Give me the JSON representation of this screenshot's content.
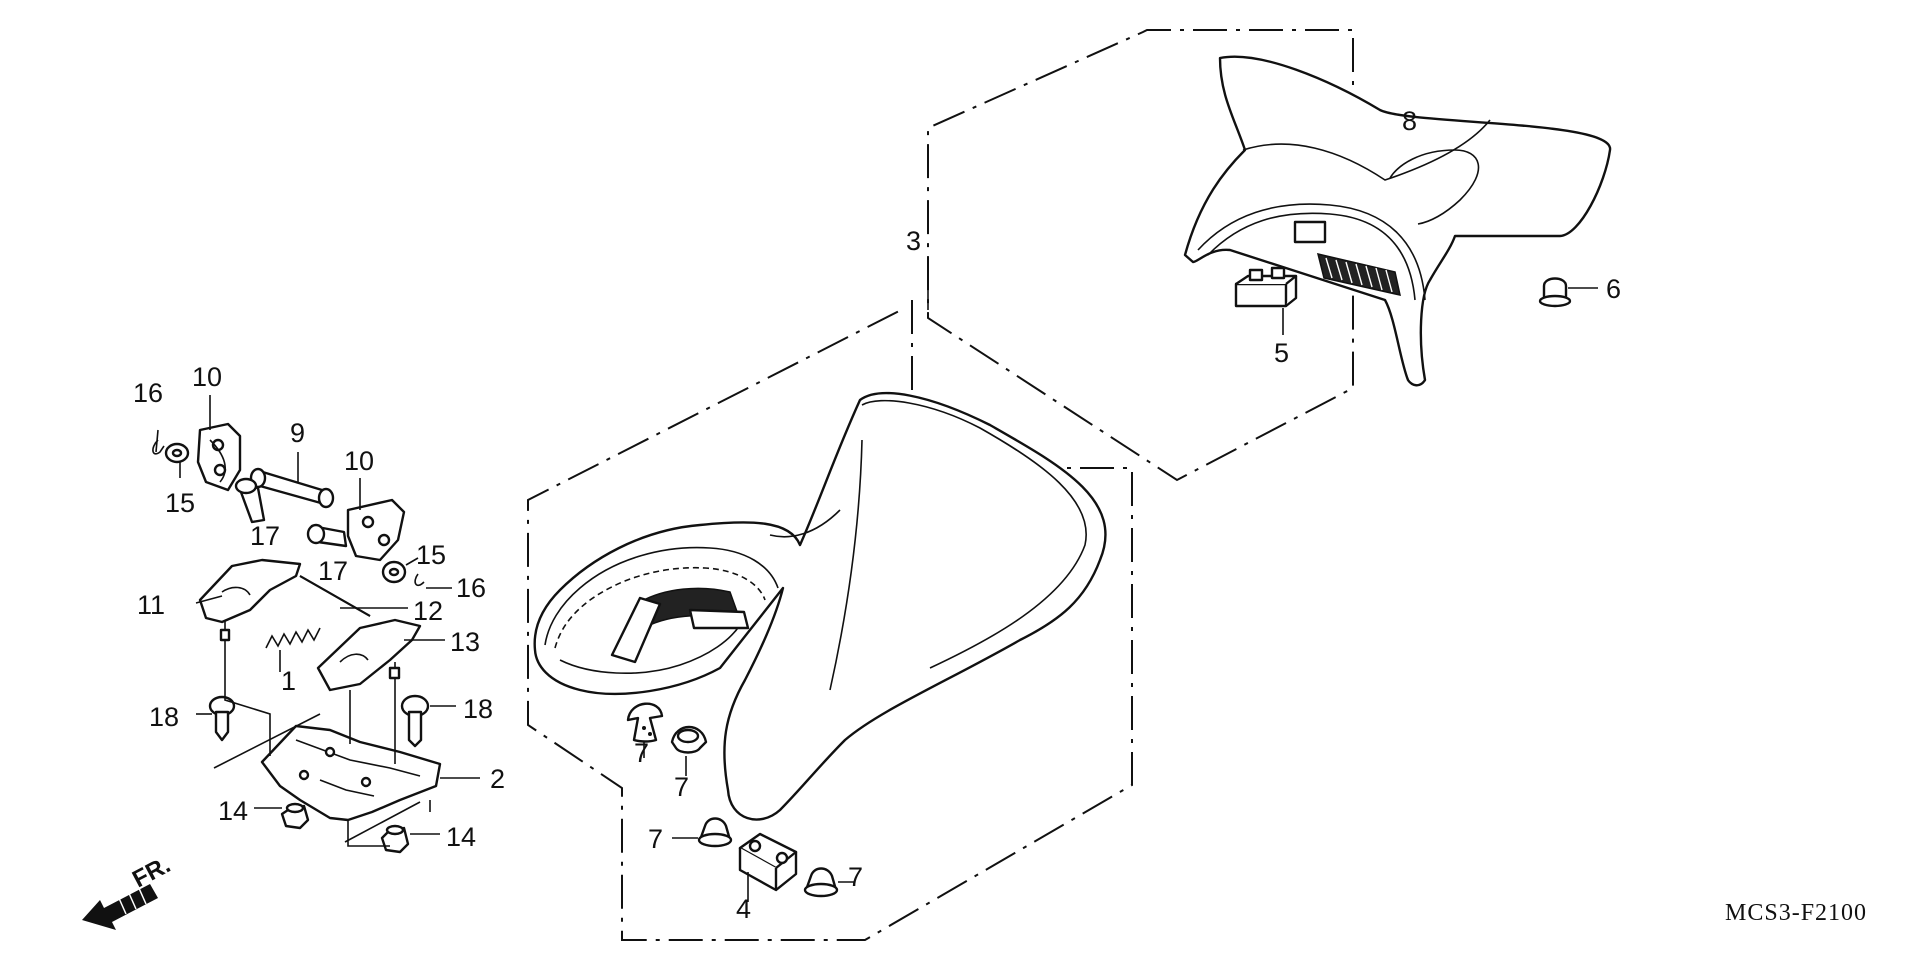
{
  "diagram": {
    "drawing_code": "MCS3-F2100",
    "direction_label": "FR.",
    "callouts": [
      {
        "id": "c16a",
        "label": "16"
      },
      {
        "id": "c10a",
        "label": "10"
      },
      {
        "id": "c9",
        "label": "9"
      },
      {
        "id": "c10b",
        "label": "10"
      },
      {
        "id": "c15a",
        "label": "15"
      },
      {
        "id": "c17a",
        "label": "17"
      },
      {
        "id": "c17b",
        "label": "17"
      },
      {
        "id": "c15b",
        "label": "15"
      },
      {
        "id": "c16b",
        "label": "16"
      },
      {
        "id": "c11",
        "label": "11"
      },
      {
        "id": "c12",
        "label": "12"
      },
      {
        "id": "c13",
        "label": "13"
      },
      {
        "id": "c1",
        "label": "1"
      },
      {
        "id": "c18a",
        "label": "18"
      },
      {
        "id": "c18b",
        "label": "18"
      },
      {
        "id": "c2",
        "label": "2"
      },
      {
        "id": "c14a",
        "label": "14"
      },
      {
        "id": "c14b",
        "label": "14"
      },
      {
        "id": "c3",
        "label": "3"
      },
      {
        "id": "c7a",
        "label": "7"
      },
      {
        "id": "c7b",
        "label": "7"
      },
      {
        "id": "c7c",
        "label": "7"
      },
      {
        "id": "c7d",
        "label": "7"
      },
      {
        "id": "c4",
        "label": "4"
      },
      {
        "id": "c8",
        "label": "8"
      },
      {
        "id": "c5",
        "label": "5"
      },
      {
        "id": "c6",
        "label": "6"
      }
    ]
  }
}
